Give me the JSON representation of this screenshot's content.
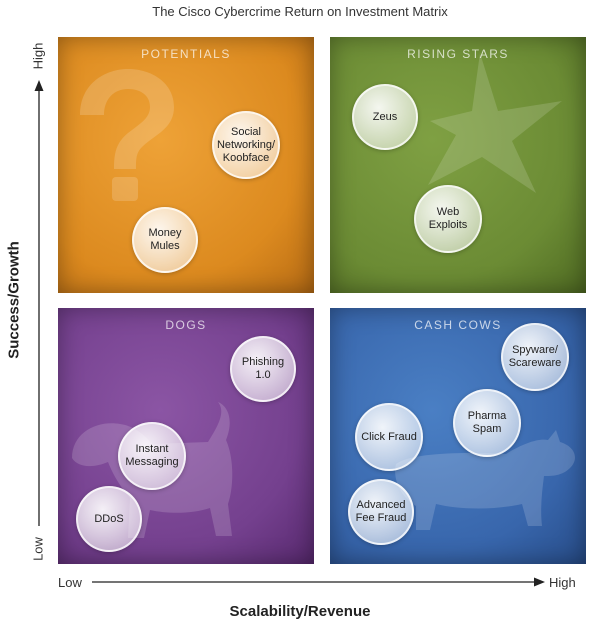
{
  "title": "The Cisco Cybercrime Return on Investment Matrix",
  "axes": {
    "y_title": "Success/Growth",
    "y_high": "High",
    "y_low": "Low",
    "x_title": "Scalability/Revenue",
    "x_low": "Low",
    "x_high": "High"
  },
  "quadrants": {
    "potentials": {
      "label": "POTENTIALS",
      "color": "#dc8a1f",
      "icon": "question-mark-icon"
    },
    "rising_stars": {
      "label": "RISING STARS",
      "color": "#6b8b34",
      "icon": "star-icon"
    },
    "dogs": {
      "label": "DOGS",
      "color": "#74408e",
      "icon": "dog-icon"
    },
    "cash_cows": {
      "label": "CASH COWS",
      "color": "#3866ac",
      "icon": "cow-icon"
    }
  },
  "bubbles": {
    "social": "Social\nNetworking/\nKoobface",
    "money_mules": "Money\nMules",
    "zeus": "Zeus",
    "web_exploits": "Web\nExploits",
    "phishing": "Phishing\n1.0",
    "instant_messaging": "Instant\nMessaging",
    "ddos": "DDoS",
    "spyware": "Spyware/\nScareware",
    "pharma_spam": "Pharma\nSpam",
    "click_fraud": "Click Fraud",
    "advanced_fee_fraud": "Advanced\nFee Fraud"
  }
}
